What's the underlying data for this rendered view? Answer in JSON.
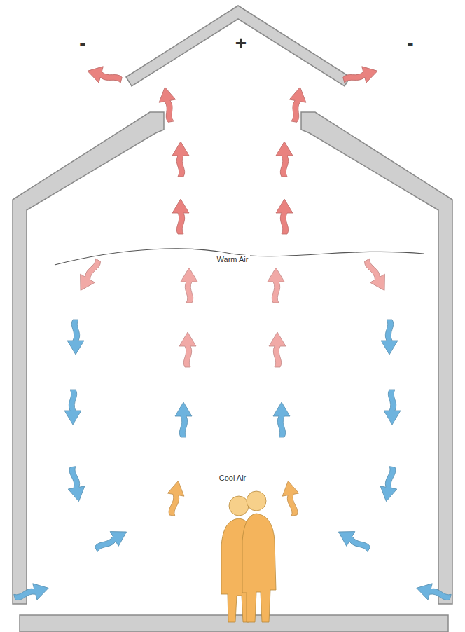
{
  "diagram": {
    "labels": [
      "-",
      "+",
      "-",
      "Warm Air",
      "Cool Air"
    ]
  }
}
